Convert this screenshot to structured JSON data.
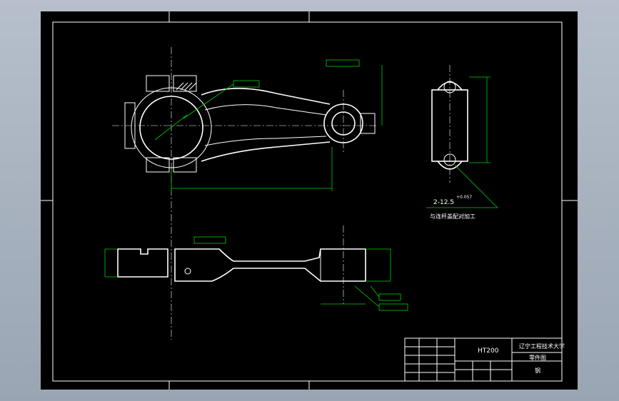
{
  "title_block": {
    "part_no": "HT200",
    "university": "辽宁工程技术大学",
    "drawing_type": "零件图",
    "scale_cell": "钢"
  },
  "annotations": {
    "hole_spec": "2-12.5",
    "hole_tol": "+0.057",
    "hole_note": "与连杆盖配对加工"
  },
  "colors": {
    "background": "#000000",
    "outline": "#ffffff",
    "dimension": "#00d000"
  }
}
